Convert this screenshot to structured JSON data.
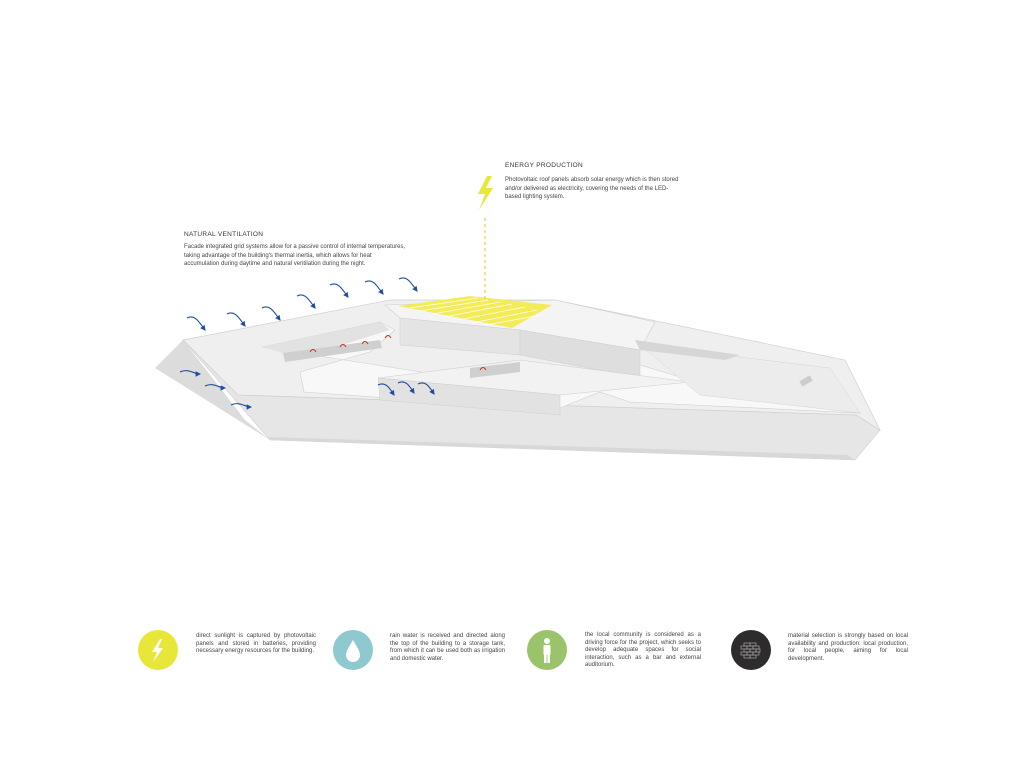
{
  "annotations": {
    "energy": {
      "title": "ENERGY PRODUCTION",
      "text": "Photovoltaic roof panels absorb solar energy which is then stored and/or delivered as electricity, covering the needs of the LED-based lighting system."
    },
    "ventilation": {
      "title": "NATURAL VENTILATION",
      "text": "Facade integrated grid systems allow for a passive control of internal temperatures, taking advantage of the building's thermal inertia, which allows for heat accumulation during daytime and natural ventilation during the night."
    }
  },
  "legend": [
    {
      "icon": "lightning-icon",
      "color": "#e9e63a",
      "text": "direct sunlight is captured by photovoltaic panels and stored in batteries, providing necessary energy resources for the building."
    },
    {
      "icon": "water-drop-icon",
      "color": "#8ec9d0",
      "text": "rain water is received and directed along the top of the building to a storage tank, from which it can be used both as irrigation and domestic water."
    },
    {
      "icon": "person-icon",
      "color": "#9bc36b",
      "text": "the local community is considered as a driving force for the project, which seeks to develop adequate spaces for social interaction, such as a bar and external auditorium."
    },
    {
      "icon": "brick-wall-icon",
      "color": "#2d2b2b",
      "text": "material selection is strongly based on local availability and production: local production, for local people, aiming for local development."
    }
  ],
  "colors": {
    "solar_panel": "#f2ec5a",
    "wind_arrow": "#1f4e9c",
    "accent_red": "#c0392b",
    "building": "#eeeeee"
  }
}
